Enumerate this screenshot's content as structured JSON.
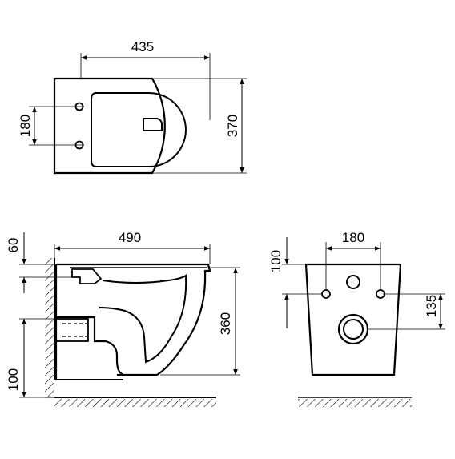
{
  "drawing": {
    "top_view": {
      "dimensions": {
        "width_label": "435",
        "depth_label": "370",
        "bolt_spacing_label": "180"
      }
    },
    "side_view": {
      "dimensions": {
        "length_label": "490",
        "top_offset_label": "60",
        "height_label": "360",
        "floor_to_outlet_label": "100"
      }
    },
    "rear_view": {
      "dimensions": {
        "bolt_spacing_label": "180",
        "top_to_bolts_label": "100",
        "outlet_height_label": "135"
      }
    },
    "colors": {
      "line": "#000000",
      "background": "#ffffff"
    }
  }
}
